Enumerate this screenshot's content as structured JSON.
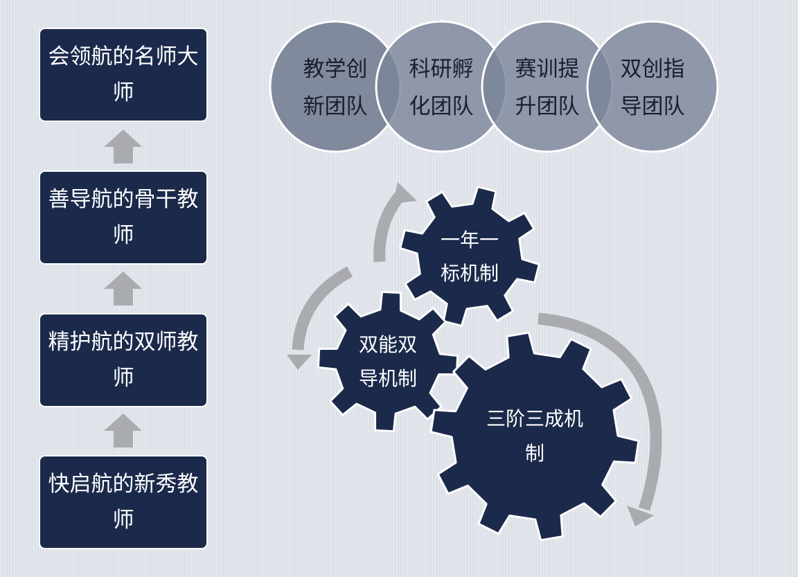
{
  "stages": [
    {
      "text": "会领航的名师大师"
    },
    {
      "text": "善导航的骨干教师"
    },
    {
      "text": "精护航的双师教师"
    },
    {
      "text": "快启航的新秀教师"
    }
  ],
  "teams": [
    {
      "line1": "教学创",
      "line2": "新团队"
    },
    {
      "line1": "科研孵",
      "line2": "化团队"
    },
    {
      "line1": "赛训提",
      "line2": "升团队"
    },
    {
      "line1": "双创指",
      "line2": "导团队"
    }
  ],
  "mechanisms": [
    {
      "line1": "一年一",
      "line2": "标机制"
    },
    {
      "line1": "双能双",
      "line2": "导机制"
    },
    {
      "line1": "三阶三成机",
      "line2": "制"
    }
  ],
  "colors": {
    "box_fill": "#1b2a4b",
    "gear_fill": "#1b2a4b",
    "circle_fill": "#7b8598",
    "arrow_gray": "#a9abb0",
    "background": "#dde1e8"
  }
}
